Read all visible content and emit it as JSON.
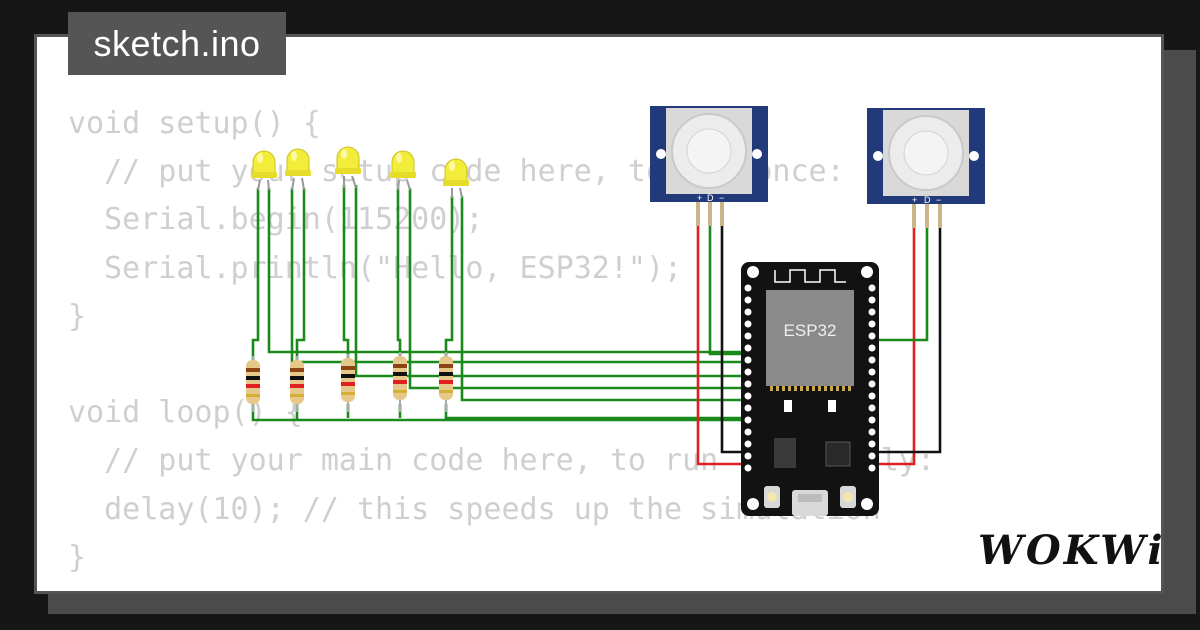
{
  "file_tab": {
    "label": "sketch.ino"
  },
  "code_lines": [
    "void setup() {",
    "  // put your setup code here, to run once:",
    "  Serial.begin(115200);",
    "  Serial.println(\"Hello, ESP32!\");",
    "}",
    "",
    "void loop() {",
    "  // put your main code here, to run repeatedly:",
    "  delay(10); // this speeds up the simulation",
    "}"
  ],
  "board": {
    "label": "ESP32"
  },
  "pir_sensor_pins": [
    "+",
    "D",
    "−"
  ],
  "logo": {
    "text": "WOKWi"
  },
  "colors": {
    "led": "#f2ec3a",
    "pir_board": "#233a7a",
    "wire_signal": "#1a8a1a",
    "wire_power": "#e02020",
    "wire_ground": "#111111"
  }
}
